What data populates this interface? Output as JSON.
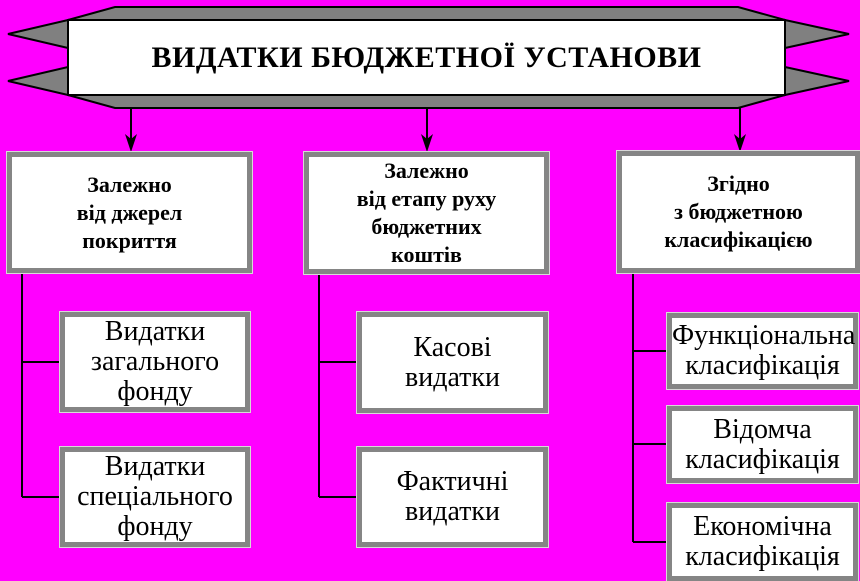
{
  "banner": {
    "title": "ВИДАТКИ БЮДЖЕТНОЇ УСТАНОВИ"
  },
  "columns": [
    {
      "header": "Залежно\nвід джерел\nпокриття",
      "items": [
        {
          "label": "Видатки\nзагального\nфонду"
        },
        {
          "label": "Видатки\nспеціального\nфонду"
        }
      ]
    },
    {
      "header": "Залежно\nвід етапу руху\nбюджетних\nкоштів",
      "items": [
        {
          "label": "Касові\nвидатки"
        },
        {
          "label": "Фактичні\nвидатки"
        }
      ]
    },
    {
      "header": "Згідно\nз бюджетною\nкласифікацією",
      "items": [
        {
          "label": "Функціональна\nкласифікація"
        },
        {
          "label": "Відомча\nкласифікація"
        },
        {
          "label": "Економічна\nкласифікація"
        }
      ]
    }
  ],
  "colors": {
    "background": "#FF00FF",
    "ribbon_gray": "#808080",
    "box_border": "#858585",
    "box_fill": "#FFFFFF",
    "line": "#000000",
    "text": "#000000"
  }
}
